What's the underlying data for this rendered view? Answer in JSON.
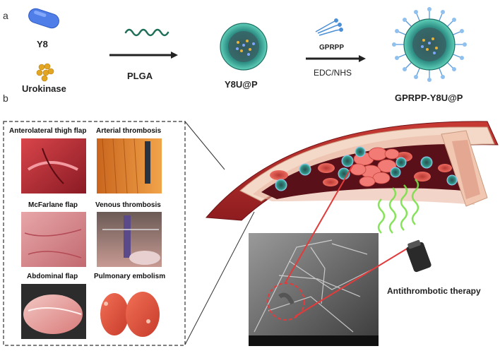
{
  "panel_a": {
    "letter": "a",
    "y8_label": "Y8",
    "urokinase_label": "Urokinase",
    "plga_label": "PLGA",
    "y8u_label": "Y8U@P",
    "gprpp_label": "GPRPP",
    "edc_label": "EDC/NHS",
    "final_label": "GPRPP-Y8U@P"
  },
  "panel_b": {
    "letter": "b",
    "models": [
      {
        "label": "Anterolateral thigh flap"
      },
      {
        "label": "Arterial thrombosis"
      },
      {
        "label": "McFarlane flap"
      },
      {
        "label": "Venous thrombosis"
      },
      {
        "label": "Abdominal flap"
      },
      {
        "label": "Pulmonary embolism"
      }
    ],
    "therapy_label": "Antithrombotic therapy"
  },
  "colors": {
    "vessel_red": "#b8262a",
    "blood_cell": "#e0574f",
    "nanoparticle": "#2f8f86",
    "laser": "#e23b3b",
    "glow_green": "#7be04a"
  }
}
